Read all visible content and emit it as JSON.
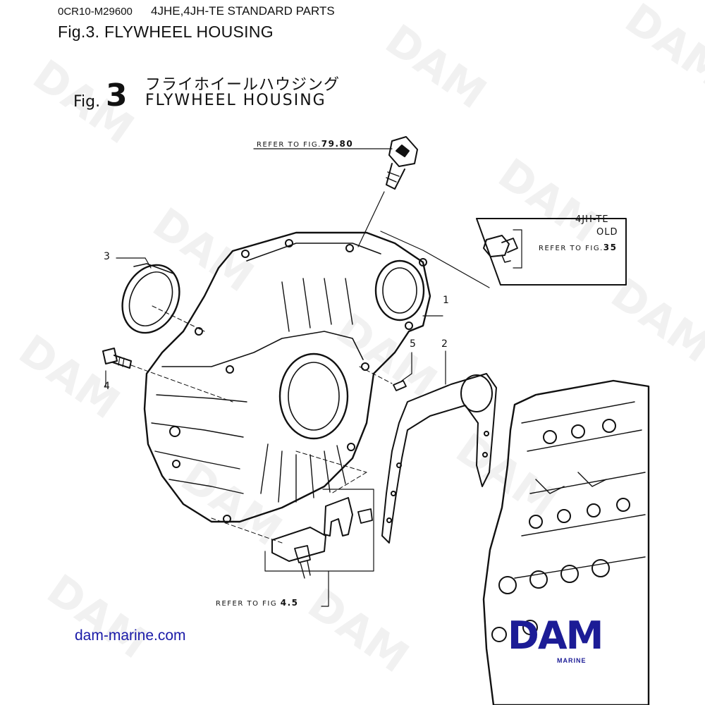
{
  "header": {
    "code": "0CR10-M29600",
    "title": "4JHE,4JH-TE STANDARD PARTS",
    "caption": "Fig.3.  FLYWHEEL HOUSING"
  },
  "figure": {
    "fig_word": "Fig.",
    "fig_number": "3",
    "title_jp": "フライホイールハウジング",
    "title_en": "FLYWHEEL HOUSING"
  },
  "references": {
    "top_prefix": "REFER TO FIG.",
    "top_number": "79.80",
    "inset_prefix": "REFER TO FIG.",
    "inset_number": "35",
    "bottom_prefix": "REFER TO FIG",
    "bottom_number": "4.5"
  },
  "inset": {
    "line1": "4JH-TE",
    "line2": "OLD"
  },
  "callouts": {
    "c1": "1",
    "c2": "2",
    "c3": "3",
    "c4": "4",
    "c5": "5"
  },
  "footer": {
    "url": "dam-marine.com",
    "logo": "DAM",
    "logo_sub": "MARINE"
  },
  "watermark": "DAM",
  "colors": {
    "brand": "#1c1c96",
    "url": "#1a1aa8",
    "line": "#111111"
  }
}
